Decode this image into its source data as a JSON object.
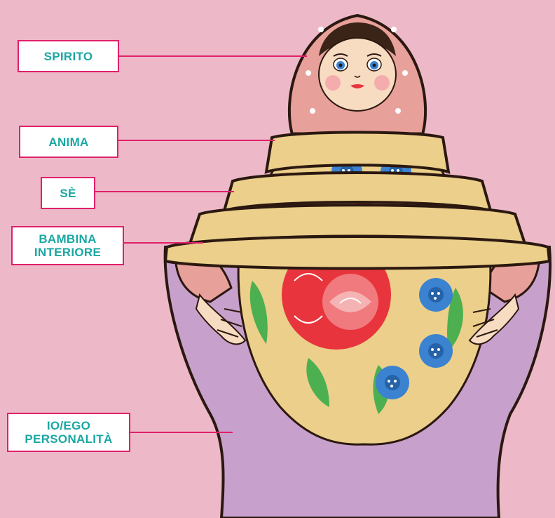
{
  "labels": {
    "spirito": "SPIRITO",
    "anima": "ANIMA",
    "se": "SÈ",
    "bambina": [
      "BAMBINA",
      "INTERIORE"
    ],
    "io": [
      "IO/EGO",
      "PERSONALITÀ"
    ]
  },
  "colors": {
    "background": "#edb9c8",
    "label_text": "#1aa7a3",
    "label_border": "#e0206a",
    "outer_doll_body": "#c8a0cc",
    "face_scarf": "#e8a09a",
    "doll_cream": "#ebcf8a",
    "rose_red": "#e8343c",
    "leaf_green": "#4caf50",
    "flower_blue": "#3b82d0"
  }
}
